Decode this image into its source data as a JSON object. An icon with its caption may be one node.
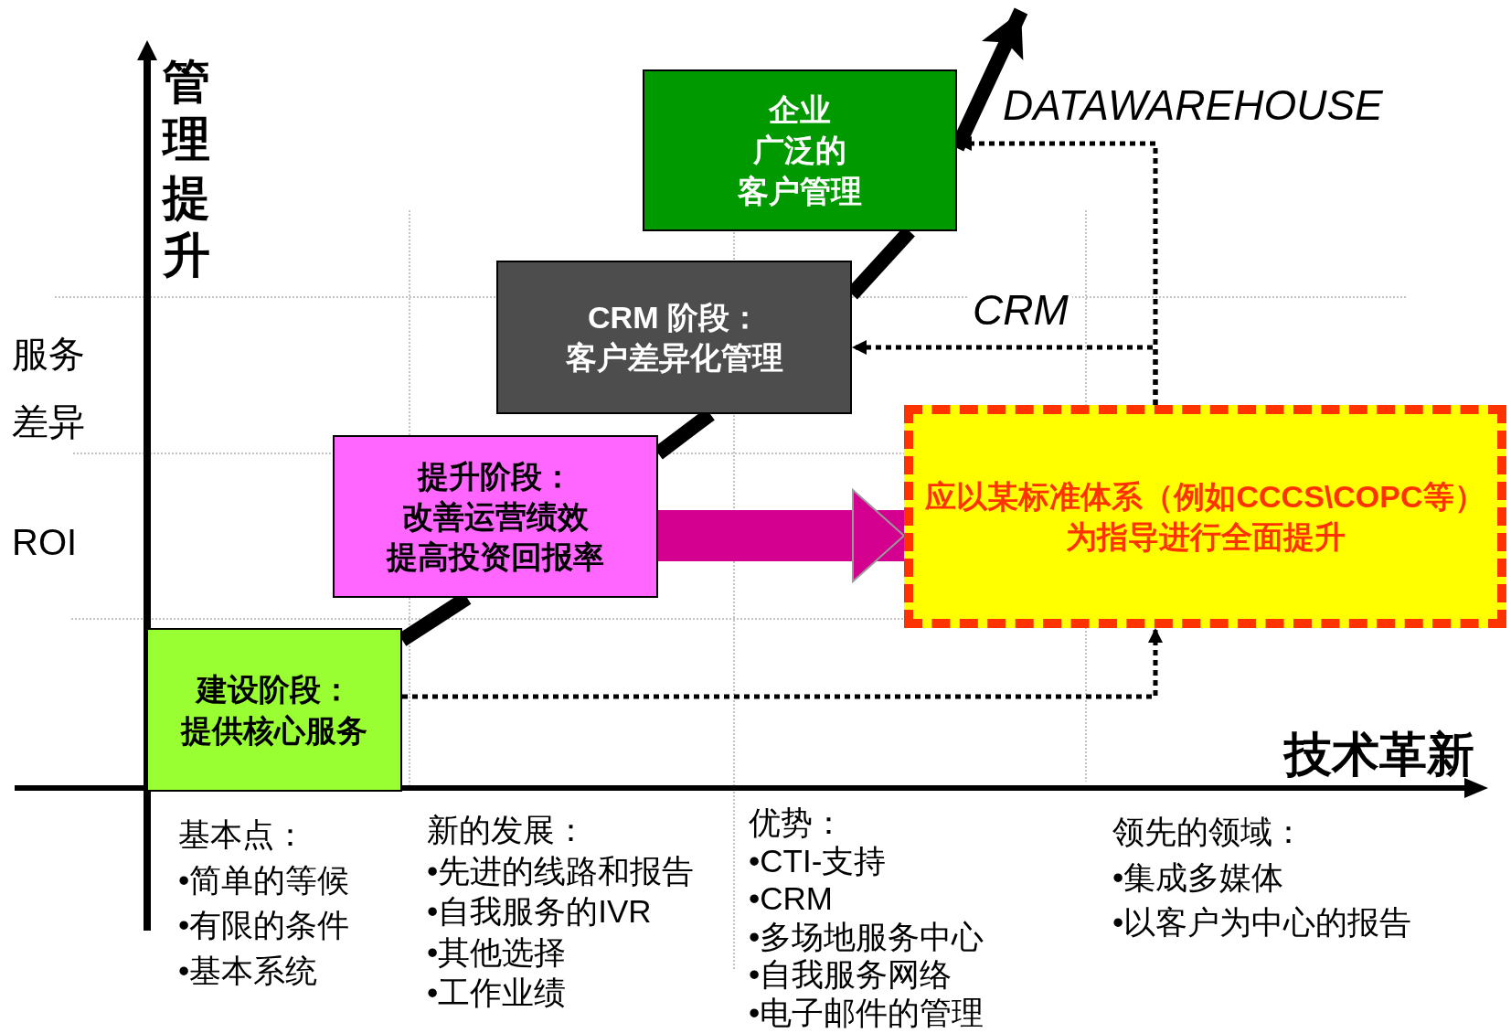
{
  "diagram": {
    "nodes": [
      {
        "text": [
          "企业广泛的客户管理"
        ]
      },
      {
        "text": [
          "CRM 阶段：客户差异化管理"
        ]
      },
      {
        "text": [
          "提升阶段：改善运营绩效提高投资回报率"
        ]
      },
      {
        "text": [
          "建设阶段：提供核心服务"
        ]
      },
      {
        "text": [
          "应以某标准体系（例如CCCS\\COPC等）为指导进行全面提升"
        ]
      }
    ],
    "edges": [
      {
        "from": 4,
        "to": 0,
        "arrow": "to",
        "style": "dashed",
        "label": "DATAWAREHOUSE"
      },
      {
        "from": 4,
        "to": 1,
        "arrow": "to",
        "style": "dashed",
        "label": "CRM"
      },
      {
        "from": 3,
        "to": 4,
        "arrow": "to",
        "style": "dashed"
      },
      {
        "from": 2,
        "to": 4,
        "arrow": "to",
        "style": "thick",
        "color": "#d4008f"
      },
      {
        "from": 3,
        "to": 2,
        "arrow": "none"
      },
      {
        "from": 2,
        "to": 1,
        "arrow": "none"
      },
      {
        "from": 1,
        "to": 0,
        "arrow": "none"
      },
      {
        "from": 0,
        "to": null,
        "arrow": "to"
      }
    ],
    "labels": [
      "管理提升",
      "服务差异",
      "ROI",
      "技术革新",
      "基本点：",
      "•简单的等候",
      "•有限的条件",
      "•基本系统",
      "新的发展：",
      "•先进的线路和报告",
      "•自我服务的IVR",
      "•其他选择",
      "•工作业绩",
      "优势：",
      "•CTI-支持",
      "•CRM",
      "•多场地服务中心",
      "•自我服务网络",
      "•电子邮件的管理",
      "领先的领域：",
      "•集成多媒体",
      "•以客户为中心的报告"
    ]
  }
}
